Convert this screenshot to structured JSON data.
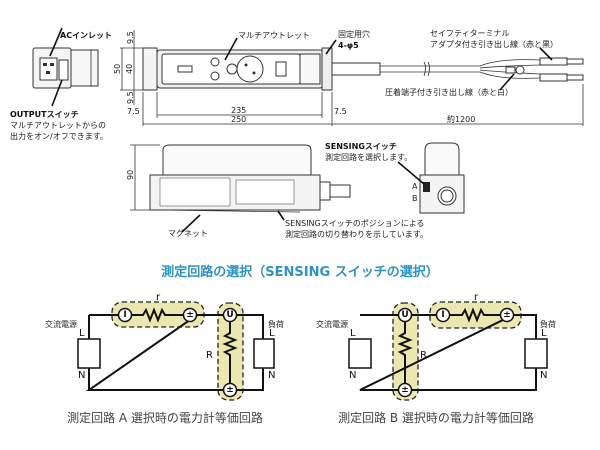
{
  "labels": {
    "ac_inlet": "ACインレット",
    "output_switch": "OUTPUTスイッチ",
    "output_desc_1": "マルチアウトレットからの",
    "output_desc_2": "出力をオン/オフできます。",
    "multi_outlet": "マルチアウトレット",
    "mount_hole": "固定用穴",
    "mount_hole_spec": "4-φ5",
    "safety_terminal_1": "セイフティターミナル",
    "safety_terminal_2": "アダプタ付き引き出し線（赤と黒）",
    "crimp_terminal": "圧着端子付き引き出し線（赤と白）",
    "magnet": "マグネット",
    "sensing_note_1": "SENSINGスイッチのポジションによる",
    "sensing_note_2": "測定回路の切り替わりを示しています。",
    "sensing_switch": "SENSINGスイッチ",
    "sensing_switch_desc": "測定回路を選択します。",
    "pos_a": "A",
    "pos_b": "B"
  },
  "dimensions": {
    "top_margin": "9.5",
    "height_total": "50",
    "height_inner": "40",
    "bottom_margin": "9.5",
    "left_offset": "7.5",
    "inner_length": "235",
    "total_length": "250",
    "right_offset": "7.5",
    "cable_length": "約1200",
    "side_height": "90"
  },
  "section_title": "測定回路の選択（SENSING スイッチの選択）",
  "colors": {
    "title": "#2f93c4",
    "highlight": "#ece7b0"
  },
  "circuits": [
    {
      "caption": "測定回路 A 選択時の電力計等価回路",
      "source": "交流電源",
      "load": "負荷",
      "L": "L",
      "N": "N",
      "r": "r",
      "R": "R",
      "I": "I",
      "U": "U",
      "pm": "±"
    },
    {
      "caption": "測定回路 B 選択時の電力計等価回路",
      "source": "交流電源",
      "load": "負荷",
      "L": "L",
      "N": "N",
      "r": "r",
      "R": "R",
      "I": "I",
      "U": "U",
      "pm": "±"
    }
  ]
}
